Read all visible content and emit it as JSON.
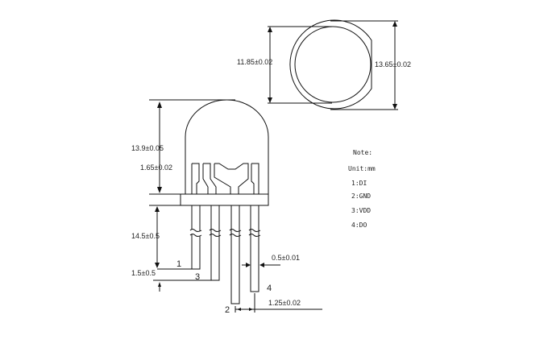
{
  "top_view": {
    "inner_diameter": "11.85±0.02",
    "outer_diameter": "13.65±0.02"
  },
  "side_view": {
    "height": "13.9±0.05",
    "flange": "1.65±0.02",
    "lead_length": "14.5±0.5",
    "lead_offset": "1.5±0.5",
    "lead_width": "0.5±0.01",
    "lead_pitch": "1.25±0.02",
    "pins": [
      "1",
      "3",
      "4",
      "2"
    ]
  },
  "notes": {
    "title": "Note:",
    "unit": "Unit:mm",
    "items": [
      "1:DI",
      "2:GND",
      "3:VDD",
      "4:DO"
    ]
  }
}
